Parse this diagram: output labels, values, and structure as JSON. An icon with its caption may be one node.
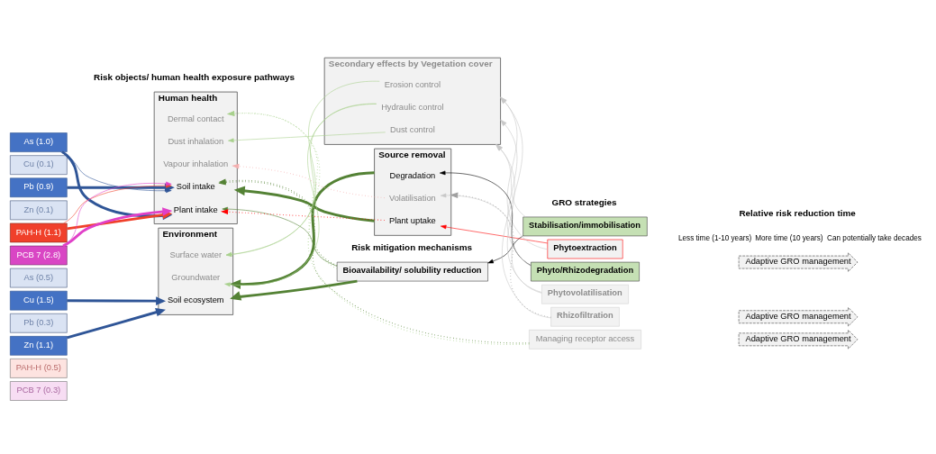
{
  "diagram": {
    "nodes": [
      {
        "text": [
          "As (1.0)"
        ]
      },
      {
        "text": [
          "Cu (0.1)"
        ]
      },
      {
        "text": [
          "Pb (0.9)"
        ]
      },
      {
        "text": [
          "Zn (0.1)"
        ]
      },
      {
        "text": [
          "PAH-H (1.1)"
        ]
      },
      {
        "text": [
          "PCB 7 (2.8)"
        ]
      },
      {
        "text": [
          "As (0.5)"
        ]
      },
      {
        "text": [
          "Cu (1.5)"
        ]
      },
      {
        "text": [
          "Pb (0.3)"
        ]
      },
      {
        "text": [
          "Zn (1.1)"
        ]
      },
      {
        "text": [
          "PAH-H (0.5)"
        ]
      },
      {
        "text": [
          "PCB 7 (0.3)"
        ]
      },
      {
        "text": [
          "Human health"
        ]
      },
      {
        "text": [
          "Soil intake"
        ],
        "in": 12
      },
      {
        "text": [
          "Dermal contact"
        ],
        "in": 12
      },
      {
        "text": [
          "Dust inhalation"
        ],
        "in": 12
      },
      {
        "text": [
          "Plant intake"
        ],
        "in": 12
      },
      {
        "text": [
          "Vapour inhalation"
        ],
        "in": 12
      },
      {
        "text": [
          "Environment"
        ]
      },
      {
        "text": [
          "Soil ecosystem"
        ],
        "in": 18
      },
      {
        "text": [
          "Groundwater"
        ],
        "in": 18
      },
      {
        "text": [
          "Surface water"
        ],
        "in": 18
      },
      {
        "text": [
          "Bioavailability/ solubility reduction"
        ]
      },
      {
        "text": [
          "Source removal"
        ]
      },
      {
        "text": [
          "Plant uptake"
        ],
        "in": 23
      },
      {
        "text": [
          "Degradation"
        ],
        "in": 23
      },
      {
        "text": [
          "Volatilisation"
        ],
        "in": 23
      },
      {
        "text": [
          "Secondary effects by Vegetation cover"
        ]
      },
      {
        "text": [
          "Dust control"
        ],
        "in": 27
      },
      {
        "text": [
          "Erosion control"
        ],
        "in": 27
      },
      {
        "text": [
          "Hydraulic control"
        ],
        "in": 27
      },
      {
        "text": [
          "Stabilisation/immobilisation"
        ]
      },
      {
        "text": [
          "Phytoextraction"
        ]
      },
      {
        "text": [
          "Phyto/Rhizodegradation"
        ]
      },
      {
        "text": [
          "Phytovolatilisation"
        ]
      },
      {
        "text": [
          "Rhizofiltration"
        ]
      },
      {
        "text": [
          "Managing receptor access"
        ]
      },
      {
        "text": [
          "Adaptive GRO management"
        ]
      },
      {
        "text": [
          "Adaptive GRO management"
        ]
      },
      {
        "text": [
          "Adaptive GRO management"
        ]
      }
    ],
    "edges": [
      {
        "from": 0,
        "to": 13,
        "arrow": "to",
        "color": "#2f5597"
      },
      {
        "from": 0,
        "to": 16,
        "arrow": "to",
        "style": "thick",
        "color": "#2f5597"
      },
      {
        "from": 2,
        "to": 13,
        "arrow": "to",
        "style": "thick",
        "color": "#2f5597"
      },
      {
        "from": 4,
        "to": 13,
        "arrow": "to",
        "color": "#f0402a"
      },
      {
        "from": 4,
        "to": 16,
        "arrow": "to",
        "style": "thick",
        "color": "#f0402a"
      },
      {
        "from": 5,
        "to": 13,
        "arrow": "to",
        "color": "#e040c8"
      },
      {
        "from": 5,
        "to": 16,
        "arrow": "to",
        "style": "thick",
        "color": "#e040c8"
      },
      {
        "from": 7,
        "to": 19,
        "arrow": "to",
        "style": "thick",
        "color": "#2f5597"
      },
      {
        "from": 9,
        "to": 19,
        "arrow": "to",
        "style": "thick",
        "color": "#2f5597"
      },
      {
        "from": 22,
        "to": 13,
        "arrow": "to",
        "style": "dashed",
        "color": "#548235"
      },
      {
        "from": 22,
        "to": 14,
        "arrow": "to",
        "style": "dashed",
        "color": "#a9d18e"
      },
      {
        "from": 22,
        "to": 16,
        "arrow": "to",
        "color": "#548235"
      },
      {
        "from": 22,
        "to": 18,
        "arrow": "to",
        "style": "thick",
        "color": "#548235"
      },
      {
        "from": 23,
        "to": 12,
        "arrow": "to",
        "style": "thick",
        "color": "#548235"
      },
      {
        "from": 23,
        "to": 18,
        "arrow": "to",
        "style": "thick",
        "color": "#548235"
      },
      {
        "from": 24,
        "to": 16,
        "arrow": "to",
        "style": "dashed",
        "color": "#ff0000"
      },
      {
        "from": 26,
        "to": 17,
        "arrow": "to",
        "style": "dashed",
        "color": "#f4b0b0"
      },
      {
        "from": 28,
        "to": 15,
        "arrow": "to",
        "color": "#a9d18e"
      },
      {
        "from": 29,
        "to": 21,
        "arrow": "to",
        "color": "#a9d18e"
      },
      {
        "from": 30,
        "to": 20,
        "arrow": "to",
        "color": "#a9d18e"
      },
      {
        "from": 30,
        "to": 21,
        "arrow": "to",
        "color": "#a9d18e"
      },
      {
        "from": 31,
        "to": 22,
        "arrow": "to",
        "color": "#000000"
      },
      {
        "from": 32,
        "to": 24,
        "arrow": "to",
        "color": "#ff0000"
      },
      {
        "from": 33,
        "to": 25,
        "arrow": "to",
        "color": "#000000"
      },
      {
        "from": 34,
        "to": 26,
        "arrow": "to",
        "color": "#c8c8c8"
      },
      {
        "from": 35,
        "to": 23,
        "arrow": "to",
        "style": "dashed",
        "color": "#a0a0a0"
      },
      {
        "from": 31,
        "to": 27,
        "arrow": "to",
        "color": "#c8c8c8"
      },
      {
        "from": 32,
        "to": 27,
        "arrow": "to",
        "color": "#c8c8c8"
      },
      {
        "from": 33,
        "to": 27,
        "arrow": "to",
        "color": "#c8c8c8"
      },
      {
        "from": 34,
        "to": 27,
        "arrow": "to",
        "color": "#c8c8c8"
      },
      {
        "from": 35,
        "to": 27,
        "arrow": "to",
        "color": "#c8c8c8"
      },
      {
        "from": 36,
        "to": 13,
        "arrow": "to",
        "style": "dashed",
        "color": "#548235"
      },
      {
        "from": 36,
        "to": 14,
        "arrow": "to",
        "style": "dashed",
        "color": "#a9d18e"
      }
    ],
    "labels": [
      "Risk objects/ human health exposure pathways",
      "Risk mitigation mechanisms",
      "GRO strategies",
      "Relative risk reduction time",
      "Less time (1-10 years)",
      "More time (10 years)",
      "Can potentially take decades"
    ]
  }
}
